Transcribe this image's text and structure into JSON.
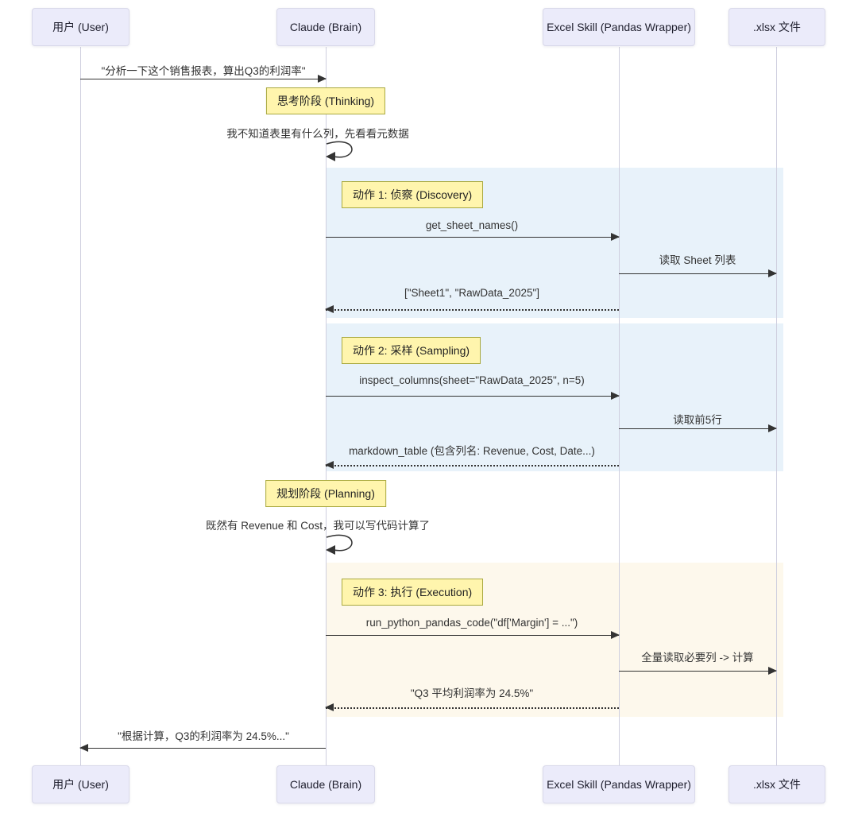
{
  "diagram": {
    "type": "sequence-diagram",
    "actors": {
      "user": {
        "label": "用户 (User)"
      },
      "claude": {
        "label": "Claude (Brain)"
      },
      "excel": {
        "label": "Excel Skill (Pandas Wrapper)"
      },
      "xlsx": {
        "label": ".xlsx 文件"
      }
    },
    "notes": {
      "thinking": "思考阶段 (Thinking)",
      "planning": "规划阶段 (Planning)",
      "action1": "动作 1: 侦察 (Discovery)",
      "action2": "动作 2: 采样 (Sampling)",
      "action3": "动作 3: 执行 (Execution)"
    },
    "messages": {
      "m1": "\"分析一下这个销售报表，算出Q3的利润率\"",
      "self1": "我不知道表里有什么列，先看看元数据",
      "m2": "get_sheet_names()",
      "m3": "读取 Sheet 列表",
      "m4": "[\"Sheet1\", \"RawData_2025\"]",
      "m5": "inspect_columns(sheet=\"RawData_2025\", n=5)",
      "m6": "读取前5行",
      "m7": "markdown_table (包含列名: Revenue, Cost, Date...)",
      "self2": "既然有 Revenue 和 Cost，我可以写代码计算了",
      "m8": "run_python_pandas_code(\"df['Margin'] = ...\")",
      "m9": "全量读取必要列 -> 计算",
      "m10": "\"Q3 平均利润率为 24.5%\"",
      "m11": "\"根据计算，Q3的利润率为 24.5%...\""
    },
    "colors": {
      "actor_fill": "#ebebfa",
      "actor_border": "#d9d9ea",
      "note_fill": "#fff5ad",
      "note_border": "#a9a940",
      "region_blue": "#e8f2fa",
      "region_cream": "#fdf8ec",
      "line": "#333333",
      "lifeline": "#cfcfdf"
    }
  }
}
